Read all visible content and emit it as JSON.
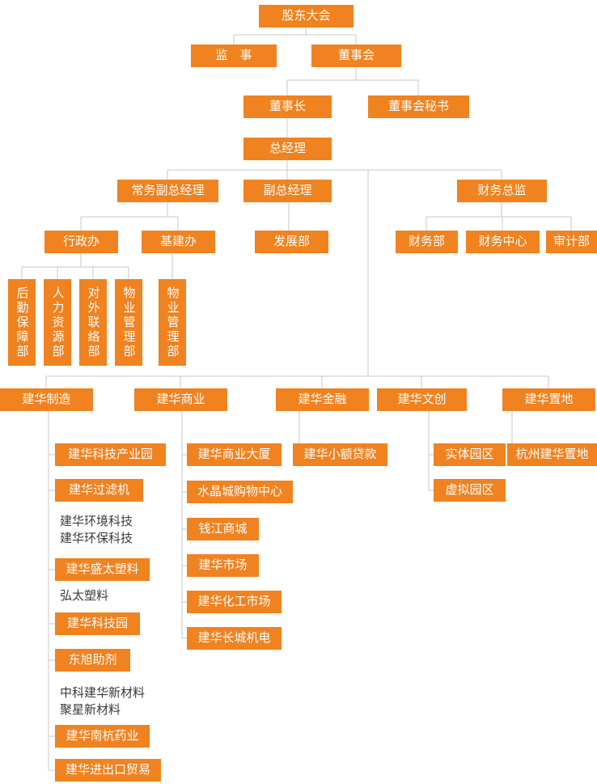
{
  "colors": {
    "box": "#F0821F",
    "line": "#C9C9C9",
    "text_plain": "#3A3A3A"
  },
  "governance": {
    "shareholders": {
      "label": "股东大会"
    },
    "supervisor": {
      "label": "监　事"
    },
    "board": {
      "label": "董事会"
    },
    "chairman": {
      "label": "董事长"
    },
    "board_secretary": {
      "label": "董事会秘书"
    },
    "general_manager": {
      "label": "总经理"
    },
    "exec_deputy_gm": {
      "label": "常务副总经理"
    },
    "deputy_gm": {
      "label": "副总经理"
    },
    "finance_director": {
      "label": "财务总监"
    }
  },
  "departments": {
    "admin_office": {
      "label": "行政办"
    },
    "infra_office": {
      "label": "基建办"
    },
    "development": {
      "label": "发展部"
    },
    "finance_dept": {
      "label": "财务部"
    },
    "finance_center": {
      "label": "财务中心"
    },
    "audit": {
      "label": "审计部"
    },
    "admin_children": [
      {
        "label": "后勤保障部"
      },
      {
        "label": "人力资源部"
      },
      {
        "label": "对外联络部"
      },
      {
        "label": "物业管理部"
      }
    ],
    "infra_children": [
      {
        "label": "物业管理部"
      }
    ]
  },
  "divisions": [
    {
      "label": "建华制造",
      "children": [
        {
          "label": "建华科技产业园",
          "boxed": true
        },
        {
          "label": "建华过滤机",
          "boxed": true
        },
        {
          "label": "建华环境科技",
          "boxed": false
        },
        {
          "label": "建华环保科技",
          "boxed": false
        },
        {
          "label": "建华盛太塑料",
          "boxed": true
        },
        {
          "label": "弘太塑料",
          "boxed": false
        },
        {
          "label": "建华科技园",
          "boxed": true
        },
        {
          "label": "东旭助剂",
          "boxed": true
        },
        {
          "label": "中科建华新材料",
          "boxed": false
        },
        {
          "label": "聚星新材料",
          "boxed": false
        },
        {
          "label": "建华南杭药业",
          "boxed": true
        },
        {
          "label": "建华进出口贸易",
          "boxed": true
        }
      ]
    },
    {
      "label": "建华商业",
      "children": [
        {
          "label": "建华商业大厦",
          "boxed": true
        },
        {
          "label": "水晶城购物中心",
          "boxed": true
        },
        {
          "label": "钱江商城",
          "boxed": true
        },
        {
          "label": "建华市场",
          "boxed": true
        },
        {
          "label": "建华化工市场",
          "boxed": true
        },
        {
          "label": "建华长城机电",
          "boxed": true
        }
      ]
    },
    {
      "label": "建华金融",
      "children": [
        {
          "label": "建华小额贷款",
          "boxed": true
        }
      ]
    },
    {
      "label": "建华文创",
      "children": [
        {
          "label": "实体园区",
          "boxed": true
        },
        {
          "label": "虚拟园区",
          "boxed": true
        }
      ]
    },
    {
      "label": "建华置地",
      "children": [
        {
          "label": "杭州建华置地",
          "boxed": true
        }
      ]
    }
  ]
}
